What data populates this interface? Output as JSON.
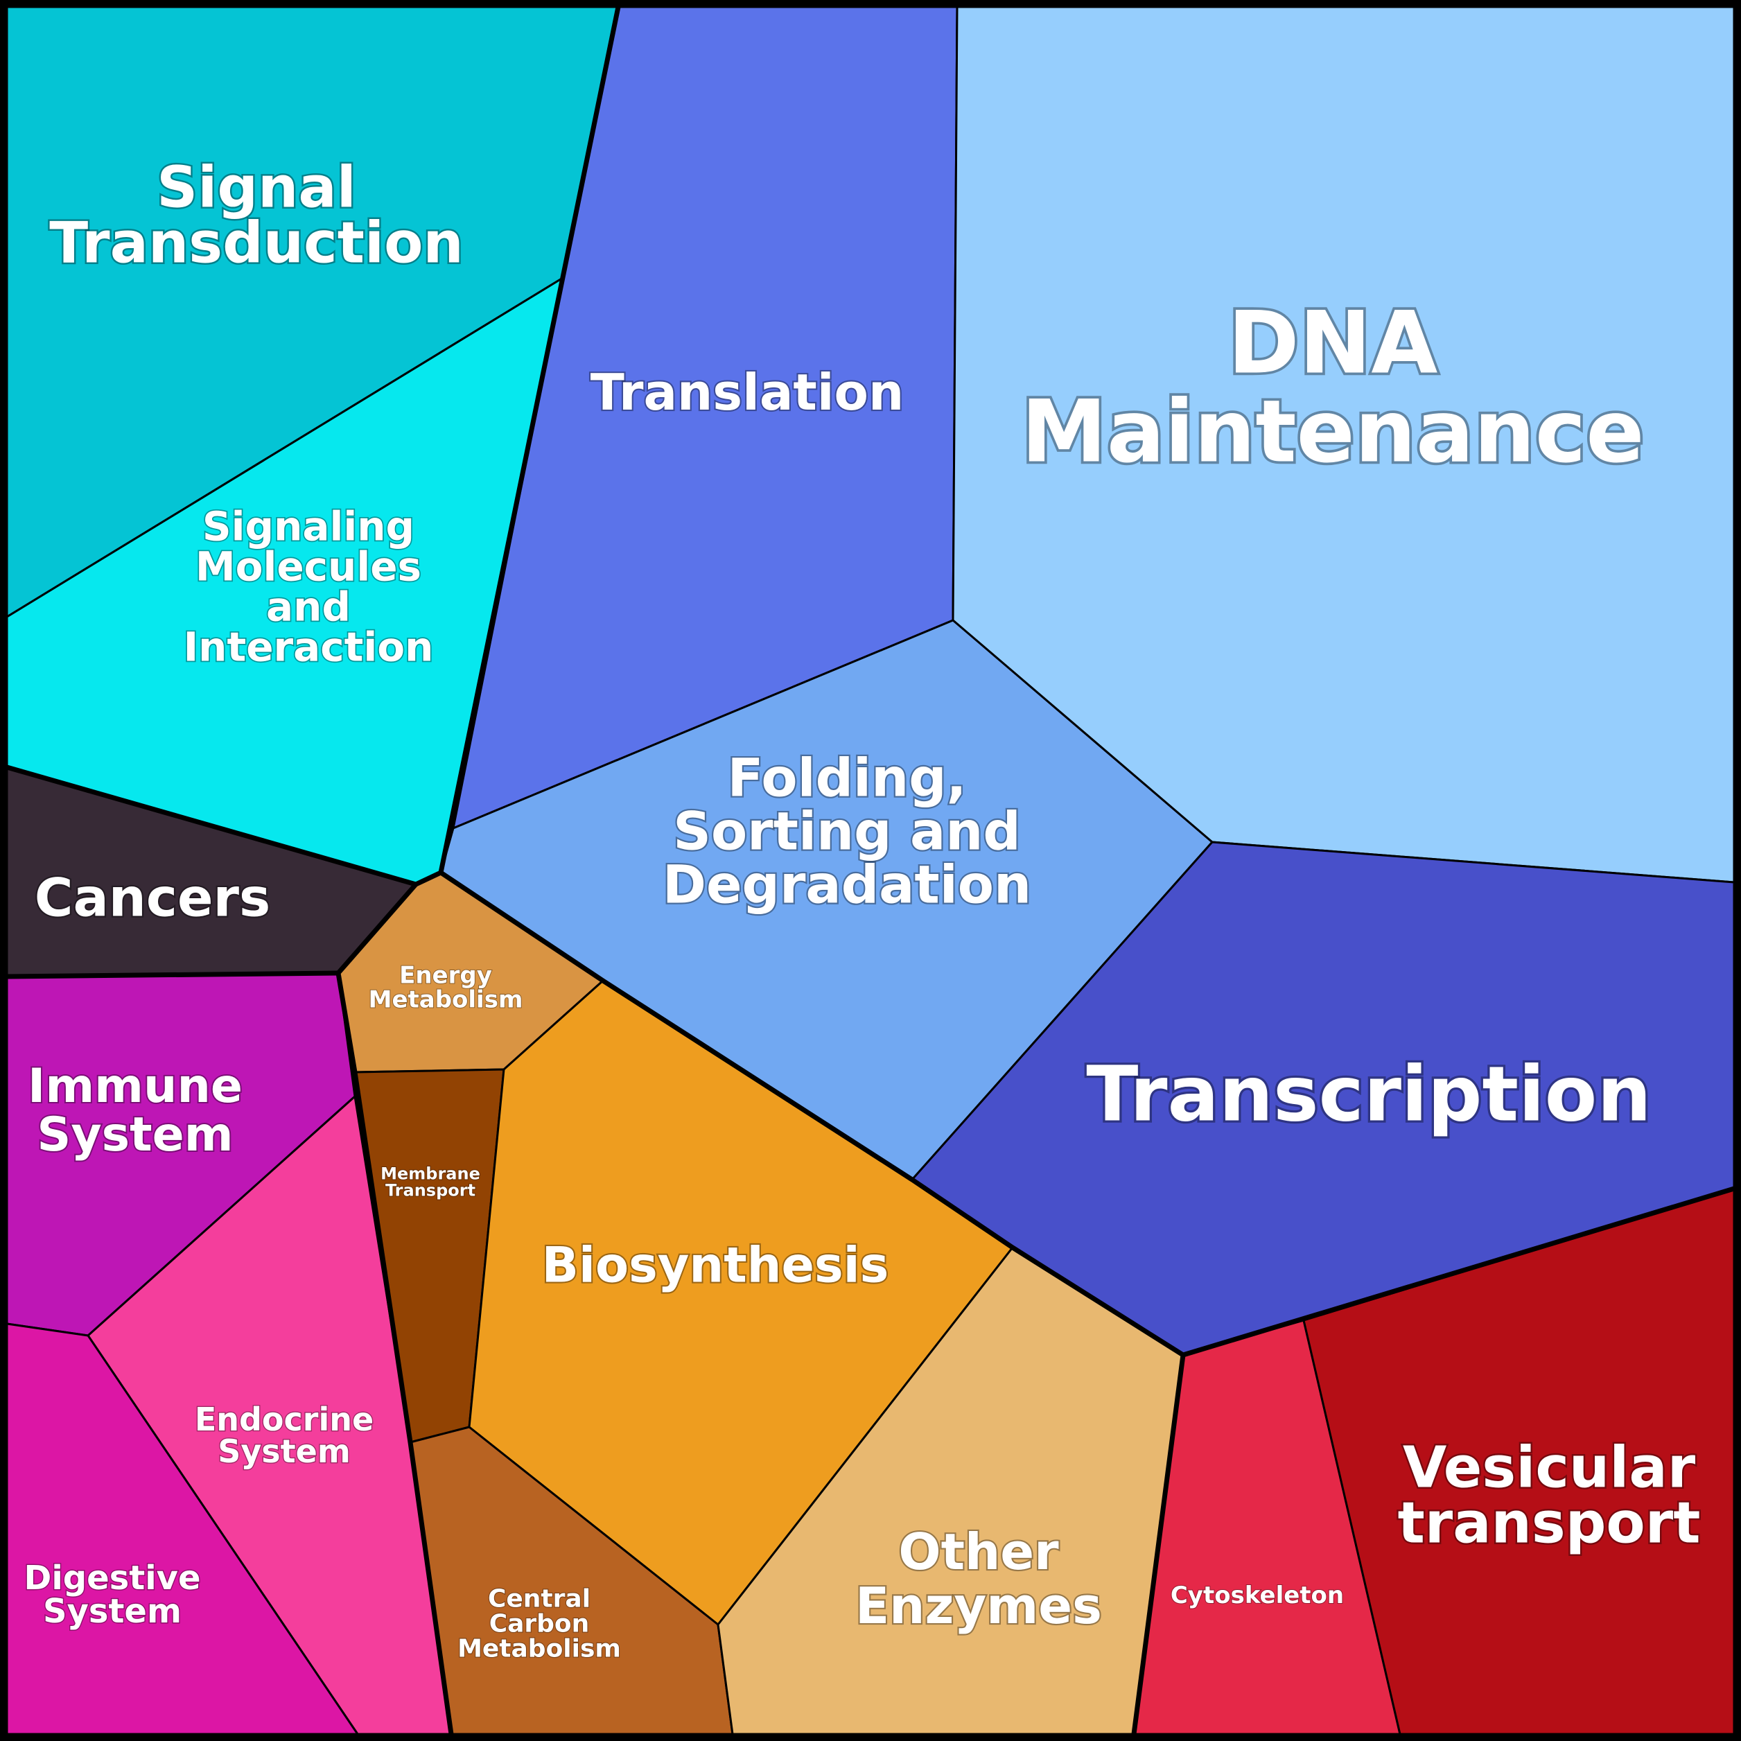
{
  "diagram": {
    "type": "voronoi-treemap",
    "cells": [
      {
        "id": "signal-transduction",
        "label": "Signal\nTransduction",
        "color": "#05C4D4"
      },
      {
        "id": "signaling-molecules",
        "label": "Signaling\nMolecules\nand\nInteraction",
        "color": "#06E8EE"
      },
      {
        "id": "translation",
        "label": "Translation",
        "color": "#5B73EA"
      },
      {
        "id": "dna-maintenance",
        "label": "DNA\nMaintenance",
        "color": "#96CEFD"
      },
      {
        "id": "folding",
        "label": "Folding,\nSorting and\nDegradation",
        "color": "#71A8F2"
      },
      {
        "id": "transcription",
        "label": "Transcription",
        "color": "#4850CA"
      },
      {
        "id": "cancers",
        "label": "Cancers",
        "color": "#372A36"
      },
      {
        "id": "energy-metabolism",
        "label": "Energy\nMetabolism",
        "color": "#D99443"
      },
      {
        "id": "membrane-transport",
        "label": "Membrane\nTransport",
        "color": "#924303"
      },
      {
        "id": "biosynthesis",
        "label": "Biosynthesis",
        "color": "#EE9D1F"
      },
      {
        "id": "immune-system",
        "label": "Immune\nSystem",
        "color": "#BE16B5"
      },
      {
        "id": "endocrine-system",
        "label": "Endocrine\nSystem",
        "color": "#F43E9C"
      },
      {
        "id": "digestive-system",
        "label": "Digestive\nSystem",
        "color": "#DC16A5"
      },
      {
        "id": "central-carbon",
        "label": "Central\nCarbon\nMetabolism",
        "color": "#B86322"
      },
      {
        "id": "other-enzymes",
        "label": "Other\nEnzymes",
        "color": "#E8B870"
      },
      {
        "id": "cytoskeleton",
        "label": "Cytoskeleton",
        "color": "#E52848"
      },
      {
        "id": "vesicular-transport",
        "label": "Vesicular\ntransport",
        "color": "#B50E16"
      }
    ]
  }
}
